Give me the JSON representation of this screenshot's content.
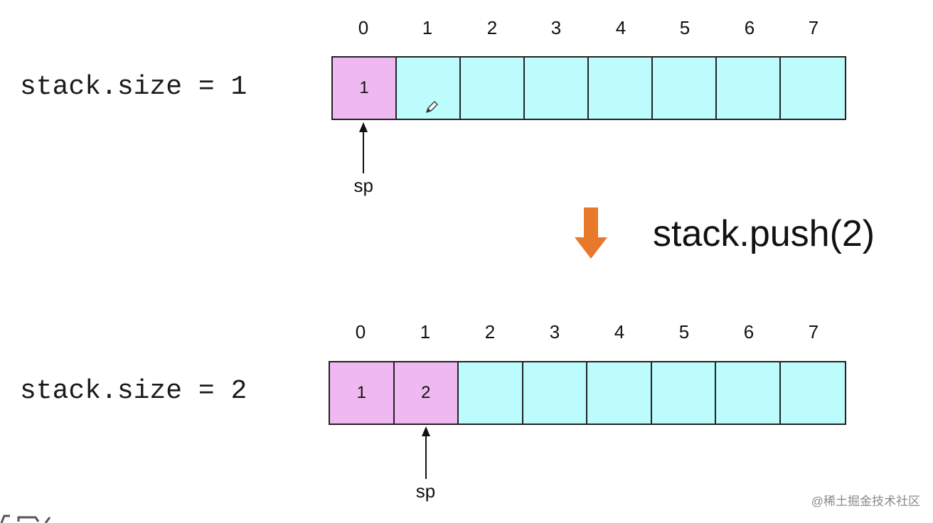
{
  "diagram": {
    "colors": {
      "filled_cell": "#f0b8f0",
      "empty_cell": "#bdfcfd",
      "border": "#222222",
      "op_arrow": "#e8782a"
    },
    "top_state": {
      "size_label": "stack.size = 1",
      "indices": [
        "0",
        "1",
        "2",
        "3",
        "4",
        "5",
        "6",
        "7"
      ],
      "cells": [
        "1",
        "",
        "",
        "",
        "",
        "",
        "",
        ""
      ],
      "filled_count": 1,
      "pointer_label": "sp",
      "pointer_index": 0
    },
    "operation": {
      "label": "stack.push(2)",
      "arrow_icon": "down-arrow-icon"
    },
    "bottom_state": {
      "size_label": "stack.size = 2",
      "indices": [
        "0",
        "1",
        "2",
        "3",
        "4",
        "5",
        "6",
        "7"
      ],
      "cells": [
        "1",
        "2",
        "",
        "",
        "",
        "",
        "",
        ""
      ],
      "filled_count": 2,
      "pointer_label": "sp",
      "pointer_index": 1
    },
    "cursor_icon": "pencil-cursor-icon"
  },
  "watermark": "@稀土掘金技术社区"
}
